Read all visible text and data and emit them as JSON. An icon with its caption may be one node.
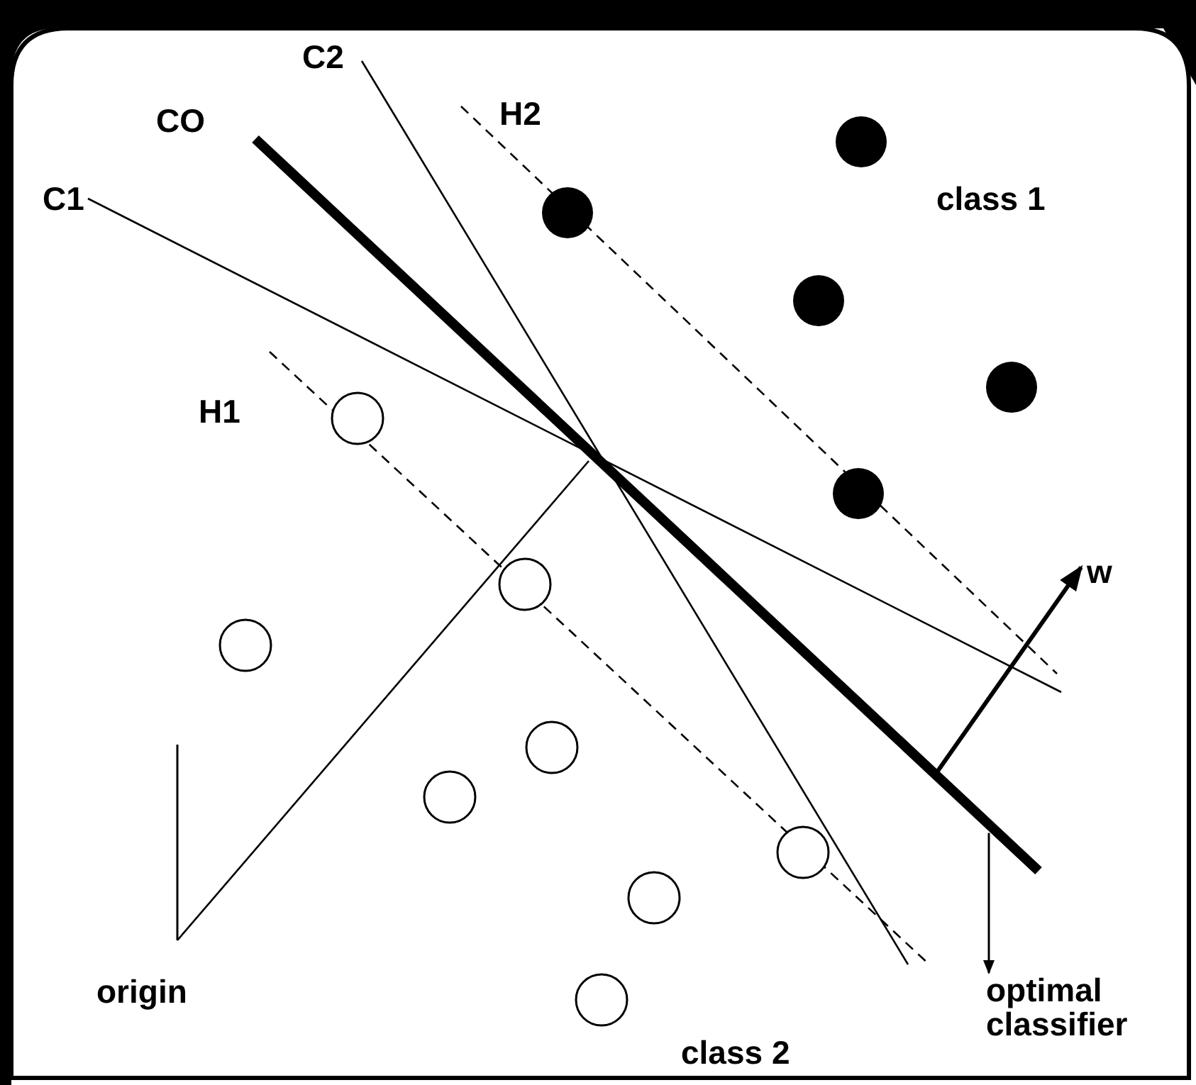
{
  "diagram": {
    "nodes": [
      {
        "text": [
          "optimal classifier"
        ]
      },
      {
        "text": [],
        "shape": "line"
      }
    ],
    "edges": [
      {
        "from": 1,
        "to": 0,
        "arrow": "to"
      }
    ],
    "labels": [
      "CO",
      "C2",
      "H2",
      "C1",
      "class 1",
      "H1",
      "w",
      "origin",
      "class 2"
    ]
  }
}
